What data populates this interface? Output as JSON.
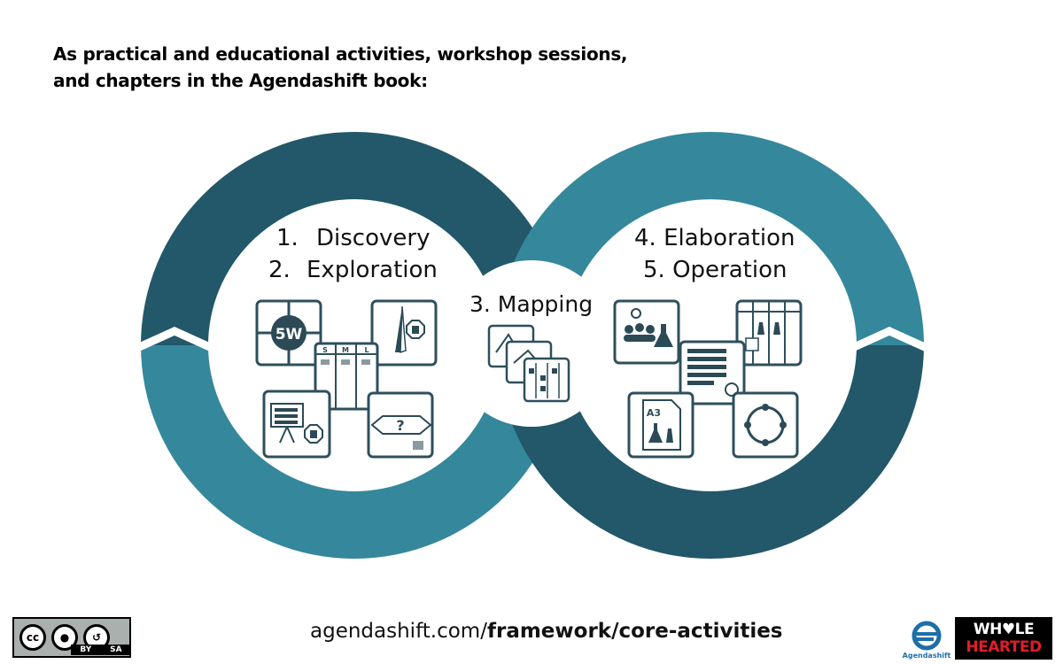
{
  "heading": {
    "line1": "As practical and educational activities, workshop sessions,",
    "line2": "and chapters in the Agendashift book:"
  },
  "left": {
    "item1_num": "1.",
    "item1_label": "Discovery",
    "item2_num": "2.",
    "item2_label": "Exploration",
    "icon_5w_text": "5W",
    "sml_s": "S",
    "sml_m": "M",
    "sml_l": "L",
    "question_mark": "?"
  },
  "middle": {
    "label": "3. Mapping"
  },
  "right": {
    "item4": "4. Elaboration",
    "item5": "5. Operation",
    "a3_text": "A3"
  },
  "footer": {
    "url_plain": "agendashift.com/",
    "url_bold": "framework/core-activities",
    "cc_by": "BY",
    "cc_sa": "SA",
    "cc_mark": "cc",
    "agendashift_name": "Agendashift",
    "wh_line1": "WH♥LE",
    "wh_line2": "HEARTED"
  },
  "colors": {
    "dark_teal": "#225869",
    "mid_teal": "#35879c",
    "icon_stroke": "#2e4f5c",
    "icon_fill": "#2b4a56"
  }
}
